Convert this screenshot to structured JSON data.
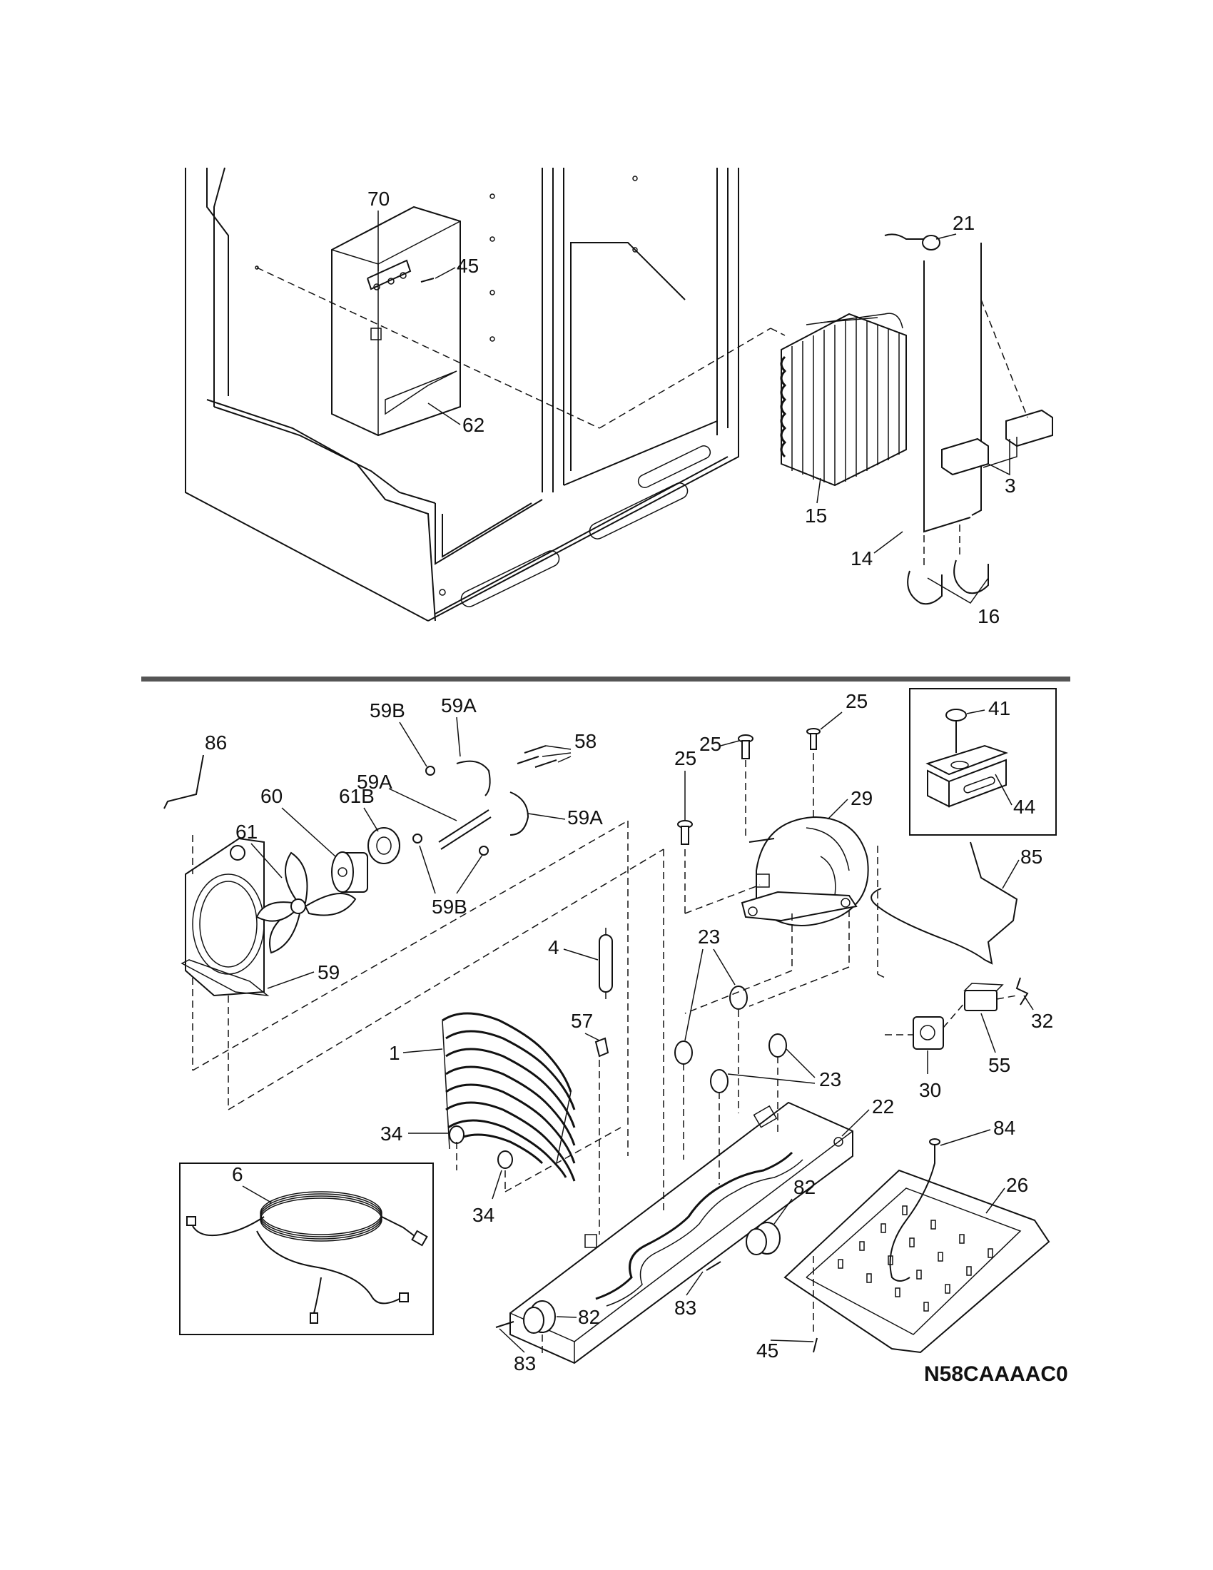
{
  "drawing_code": "N58CAAAAC0",
  "callouts": {
    "c70": "70",
    "c45_top": "45",
    "c62": "62",
    "c21": "21",
    "c15": "15",
    "c3": "3",
    "c14": "14",
    "c16": "16",
    "c86": "86",
    "c60": "60",
    "c61B": "61B",
    "c61": "61",
    "c59B_top": "59B",
    "c59A_top": "59A",
    "c58": "58",
    "c59A_mid": "59A",
    "c59A_right": "59A",
    "c59B_bot": "59B",
    "c59": "59",
    "c25_left": "25",
    "c25_mid": "25",
    "c25_right": "25",
    "c41": "41",
    "c44": "44",
    "c29": "29",
    "c85": "85",
    "c4": "4",
    "c23_top": "23",
    "c23_bot": "23",
    "c32": "32",
    "c57": "57",
    "c1": "1",
    "c55": "55",
    "c30": "30",
    "c34_top": "34",
    "c34_bot": "34",
    "c22": "22",
    "c84": "84",
    "c6": "6",
    "c82_right": "82",
    "c26": "26",
    "c83_right": "83",
    "c82_left": "82",
    "c45_bot": "45",
    "c83_left": "83"
  }
}
